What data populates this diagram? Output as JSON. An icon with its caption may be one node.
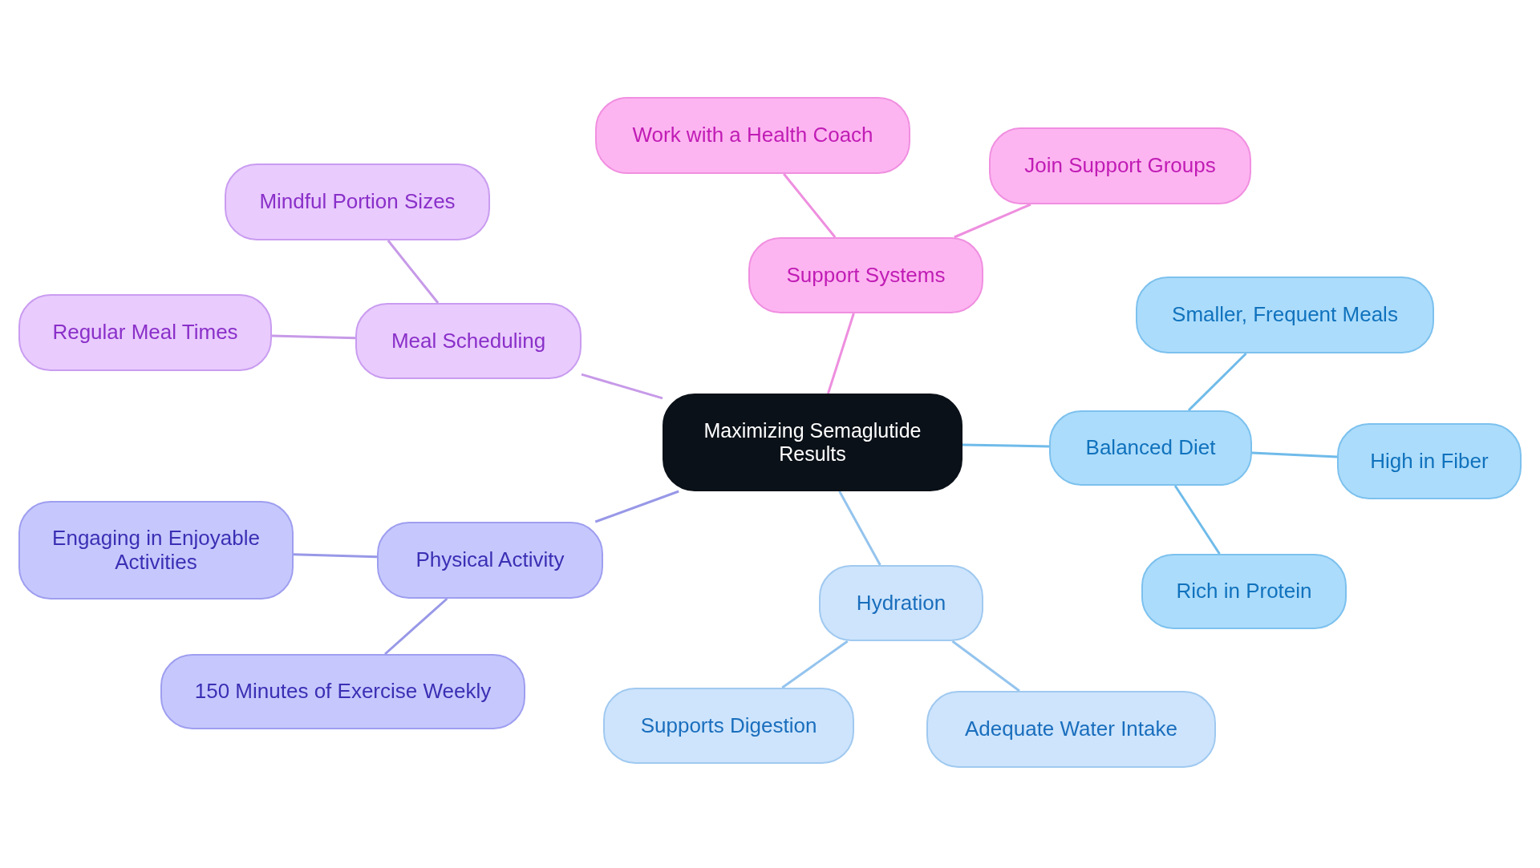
{
  "diagram": {
    "nodes": [
      {
        "text": [
          "Maximizing Semaglutide Results"
        ]
      },
      {
        "text": [
          "Support Systems"
        ]
      },
      {
        "text": [
          "Work with a Health Coach"
        ]
      },
      {
        "text": [
          "Join Support Groups"
        ]
      },
      {
        "text": [
          "Balanced Diet"
        ]
      },
      {
        "text": [
          "Smaller, Frequent Meals"
        ]
      },
      {
        "text": [
          "High in Fiber"
        ]
      },
      {
        "text": [
          "Rich in Protein"
        ]
      },
      {
        "text": [
          "Hydration"
        ]
      },
      {
        "text": [
          "Supports Digestion"
        ]
      },
      {
        "text": [
          "Adequate Water Intake"
        ]
      },
      {
        "text": [
          "Physical Activity"
        ]
      },
      {
        "text": [
          "Engaging in Enjoyable Activities"
        ]
      },
      {
        "text": [
          "150 Minutes of Exercise Weekly"
        ]
      },
      {
        "text": [
          "Meal Scheduling"
        ]
      },
      {
        "text": [
          "Mindful Portion Sizes"
        ]
      },
      {
        "text": [
          "Regular Meal Times"
        ]
      }
    ],
    "edges": [
      {
        "from": 0,
        "to": 1,
        "arrow": "none",
        "color": "#ee8fdf"
      },
      {
        "from": 1,
        "to": 2,
        "arrow": "none",
        "color": "#ee8fdf"
      },
      {
        "from": 1,
        "to": 3,
        "arrow": "none",
        "color": "#ee8fdf"
      },
      {
        "from": 0,
        "to": 4,
        "arrow": "none",
        "color": "#6fbbea"
      },
      {
        "from": 4,
        "to": 5,
        "arrow": "none",
        "color": "#6fbbea"
      },
      {
        "from": 4,
        "to": 6,
        "arrow": "none",
        "color": "#6fbbea"
      },
      {
        "from": 4,
        "to": 7,
        "arrow": "none",
        "color": "#6fbbea"
      },
      {
        "from": 0,
        "to": 8,
        "arrow": "none",
        "color": "#94c4ee"
      },
      {
        "from": 8,
        "to": 9,
        "arrow": "none",
        "color": "#94c4ee"
      },
      {
        "from": 8,
        "to": 10,
        "arrow": "none",
        "color": "#94c4ee"
      },
      {
        "from": 0,
        "to": 11,
        "arrow": "none",
        "color": "#9898e8"
      },
      {
        "from": 11,
        "to": 12,
        "arrow": "none",
        "color": "#9898e8"
      },
      {
        "from": 11,
        "to": 13,
        "arrow": "none",
        "color": "#9898e8"
      },
      {
        "from": 0,
        "to": 14,
        "arrow": "none",
        "color": "#c79ae8"
      },
      {
        "from": 14,
        "to": 15,
        "arrow": "none",
        "color": "#c79ae8"
      },
      {
        "from": 14,
        "to": 16,
        "arrow": "none",
        "color": "#c79ae8"
      }
    ]
  }
}
